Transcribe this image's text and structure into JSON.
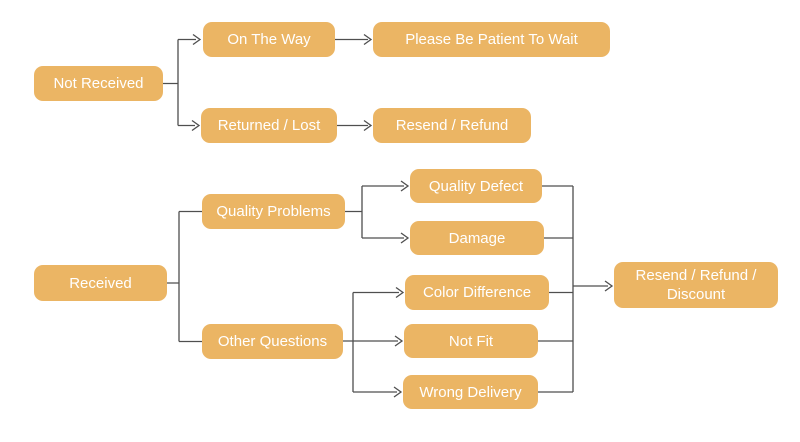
{
  "diagram": {
    "type": "flowchart",
    "background_color": "#ffffff",
    "node_fill_color": "#ebb564",
    "node_text_color": "#ffffff",
    "connector_color": "#4f4f4f",
    "nodes": {
      "not_received": {
        "label": "Not Received"
      },
      "on_the_way": {
        "label": "On The Way"
      },
      "please_wait": {
        "label": "Please Be Patient To Wait"
      },
      "returned_lost": {
        "label": "Returned / Lost"
      },
      "resend_refund": {
        "label": "Resend / Refund"
      },
      "received": {
        "label": "Received"
      },
      "quality_problems": {
        "label": "Quality Problems"
      },
      "quality_defect": {
        "label": "Quality Defect"
      },
      "damage": {
        "label": "Damage"
      },
      "other_questions": {
        "label": "Other Questions"
      },
      "color_difference": {
        "label": "Color Difference"
      },
      "not_fit": {
        "label": "Not Fit"
      },
      "wrong_delivery": {
        "label": "Wrong Delivery"
      },
      "resend_refund_discount": {
        "label": "Resend / Refund / Discount"
      }
    },
    "edges": [
      {
        "from": "Not Received",
        "to": "On The Way",
        "arrow": true
      },
      {
        "from": "Not Received",
        "to": "Returned / Lost",
        "arrow": true
      },
      {
        "from": "On The Way",
        "to": "Please Be Patient To Wait",
        "arrow": true
      },
      {
        "from": "Returned / Lost",
        "to": "Resend / Refund",
        "arrow": true
      },
      {
        "from": "Received",
        "to": "Quality Problems",
        "arrow": false
      },
      {
        "from": "Received",
        "to": "Other Questions",
        "arrow": false
      },
      {
        "from": "Quality Problems",
        "to": "Quality Defect",
        "arrow": true
      },
      {
        "from": "Quality Problems",
        "to": "Damage",
        "arrow": true
      },
      {
        "from": "Other Questions",
        "to": "Color Difference",
        "arrow": true
      },
      {
        "from": "Other Questions",
        "to": "Not Fit",
        "arrow": true
      },
      {
        "from": "Other Questions",
        "to": "Wrong Delivery",
        "arrow": true
      },
      {
        "from": "Quality Defect",
        "to": "Resend / Refund / Discount",
        "arrow": true
      },
      {
        "from": "Damage",
        "to": "Resend / Refund / Discount",
        "arrow": true
      },
      {
        "from": "Color Difference",
        "to": "Resend / Refund / Discount",
        "arrow": true
      },
      {
        "from": "Not Fit",
        "to": "Resend / Refund / Discount",
        "arrow": true
      },
      {
        "from": "Wrong Delivery",
        "to": "Resend / Refund / Discount",
        "arrow": true
      }
    ]
  }
}
